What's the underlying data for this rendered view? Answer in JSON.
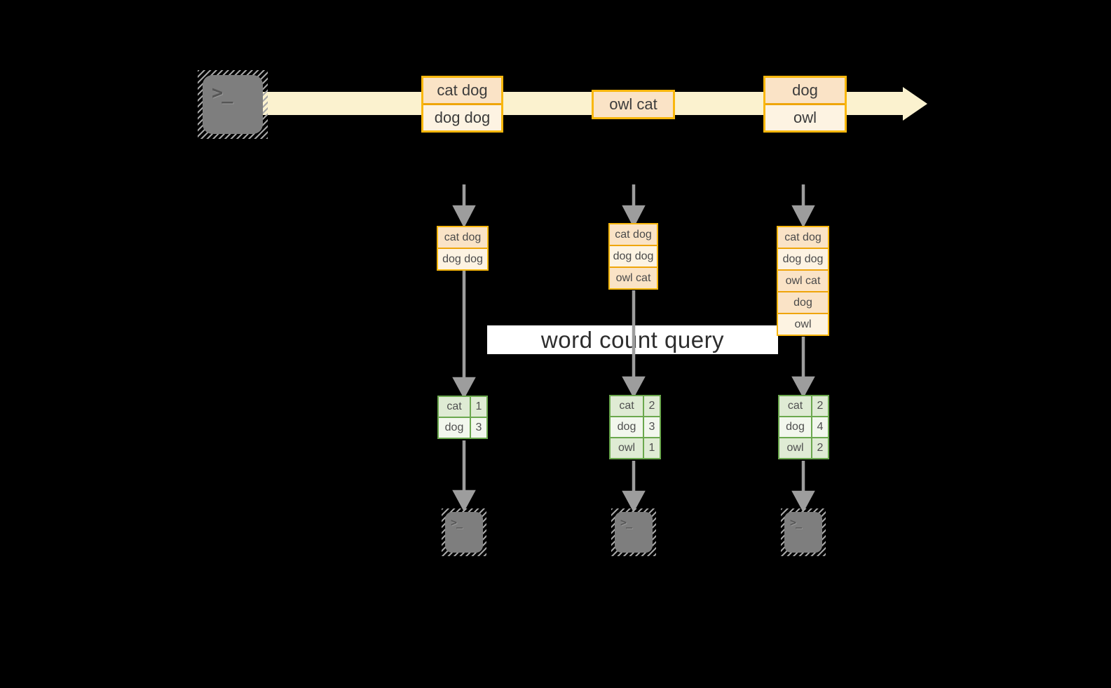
{
  "label": {
    "text": "word count query"
  },
  "terminal": {
    "prompt": ">_"
  },
  "timeline": {
    "batches": [
      {
        "rows": [
          {
            "text": "cat dog",
            "tone": "peach"
          },
          {
            "text": "dog dog",
            "tone": "cream"
          }
        ]
      },
      {
        "rows": [
          {
            "text": "owl cat",
            "tone": "peach"
          }
        ]
      },
      {
        "rows": [
          {
            "text": "dog",
            "tone": "peach"
          },
          {
            "text": "owl",
            "tone": "cream"
          }
        ]
      }
    ]
  },
  "columns": [
    {
      "accumulated": [
        {
          "text": "cat dog",
          "tone": "peach"
        },
        {
          "text": "dog dog",
          "tone": "cream"
        }
      ],
      "counts": [
        {
          "word": "cat",
          "value": "1"
        },
        {
          "word": "dog",
          "value": "3"
        }
      ]
    },
    {
      "accumulated": [
        {
          "text": "cat dog",
          "tone": "peach"
        },
        {
          "text": "dog dog",
          "tone": "cream"
        },
        {
          "text": "owl cat",
          "tone": "peach"
        }
      ],
      "counts": [
        {
          "word": "cat",
          "value": "2"
        },
        {
          "word": "dog",
          "value": "3"
        },
        {
          "word": "owl",
          "value": "1"
        }
      ]
    },
    {
      "accumulated": [
        {
          "text": "cat dog",
          "tone": "peach"
        },
        {
          "text": "dog dog",
          "tone": "cream"
        },
        {
          "text": "owl cat",
          "tone": "peach"
        },
        {
          "text": "dog",
          "tone": "peach"
        },
        {
          "text": "owl",
          "tone": "cream"
        }
      ],
      "counts": [
        {
          "word": "cat",
          "value": "2"
        },
        {
          "word": "dog",
          "value": "4"
        },
        {
          "word": "owl",
          "value": "2"
        }
      ]
    }
  ],
  "colors": {
    "background": "#000000",
    "timeline_band": "#FBF2CF",
    "box_border": "#F9B70D",
    "box_fill_peach": "#FAE3C6",
    "box_fill_cream": "#FDF3E2",
    "table_border": "#6BA84E",
    "table_fill_dark": "#DFEBD4",
    "table_fill_light": "#F2F7ED",
    "arrow_gray": "#9D9D9D",
    "label_bg": "#FFFFFF",
    "text": "#3C3C3C"
  }
}
